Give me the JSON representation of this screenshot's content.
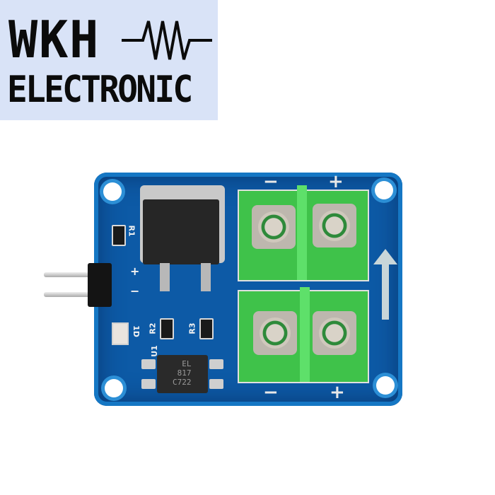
{
  "logo": {
    "line1": "WKH",
    "line2": "ELECTRONIC",
    "icon": "resistor-symbol-icon",
    "background": "#d9e3f7"
  },
  "product": {
    "type": "MOSFET switch module PCB",
    "board_color": "#0d5aa6",
    "terminal_color": "#3fc24a",
    "silkscreen": {
      "r1": "R1",
      "r2": "R2",
      "r3": "R3",
      "u1": "U1",
      "d1": "1D",
      "input_plus": "+",
      "input_minus": "−"
    },
    "optocoupler_marking": [
      "EL",
      "817",
      "C722"
    ],
    "terminal_labels": {
      "top_left": "−",
      "top_right": "+",
      "bottom_left": "−",
      "bottom_right": "+"
    }
  }
}
